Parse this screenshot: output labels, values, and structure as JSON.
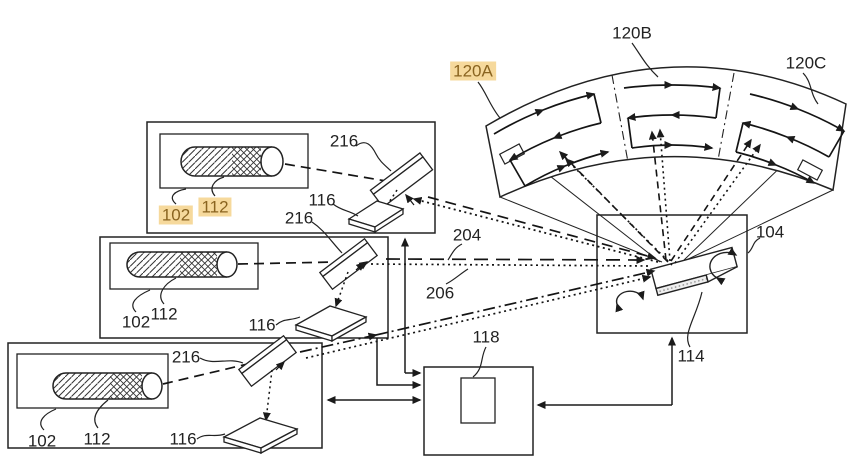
{
  "figure": {
    "type": "patent-lidar-scanning-diagram",
    "background": "#ffffff",
    "ink": "#222222",
    "highlight": {
      "bg": "#f6d99c",
      "text": "#8a6420"
    },
    "units": [
      {
        "laser": "102",
        "gain_medium": "112",
        "scan_mirror": "216",
        "detector": "116"
      },
      {
        "laser": "102",
        "gain_medium": "112",
        "scan_mirror": "216",
        "detector": "116"
      },
      {
        "laser": "102",
        "gain_medium": "112",
        "scan_mirror": "216",
        "detector": "116"
      }
    ],
    "labels": {
      "tx_beam": "204",
      "rx_beam": "206",
      "controller": "118",
      "mems_mirror": "114",
      "mems_box": "104",
      "field_a": "120A",
      "field_b": "120B",
      "field_c": "120C"
    },
    "highlighted_labels": [
      "120A",
      "102 (unit 1)",
      "112 (unit 1)"
    ]
  }
}
